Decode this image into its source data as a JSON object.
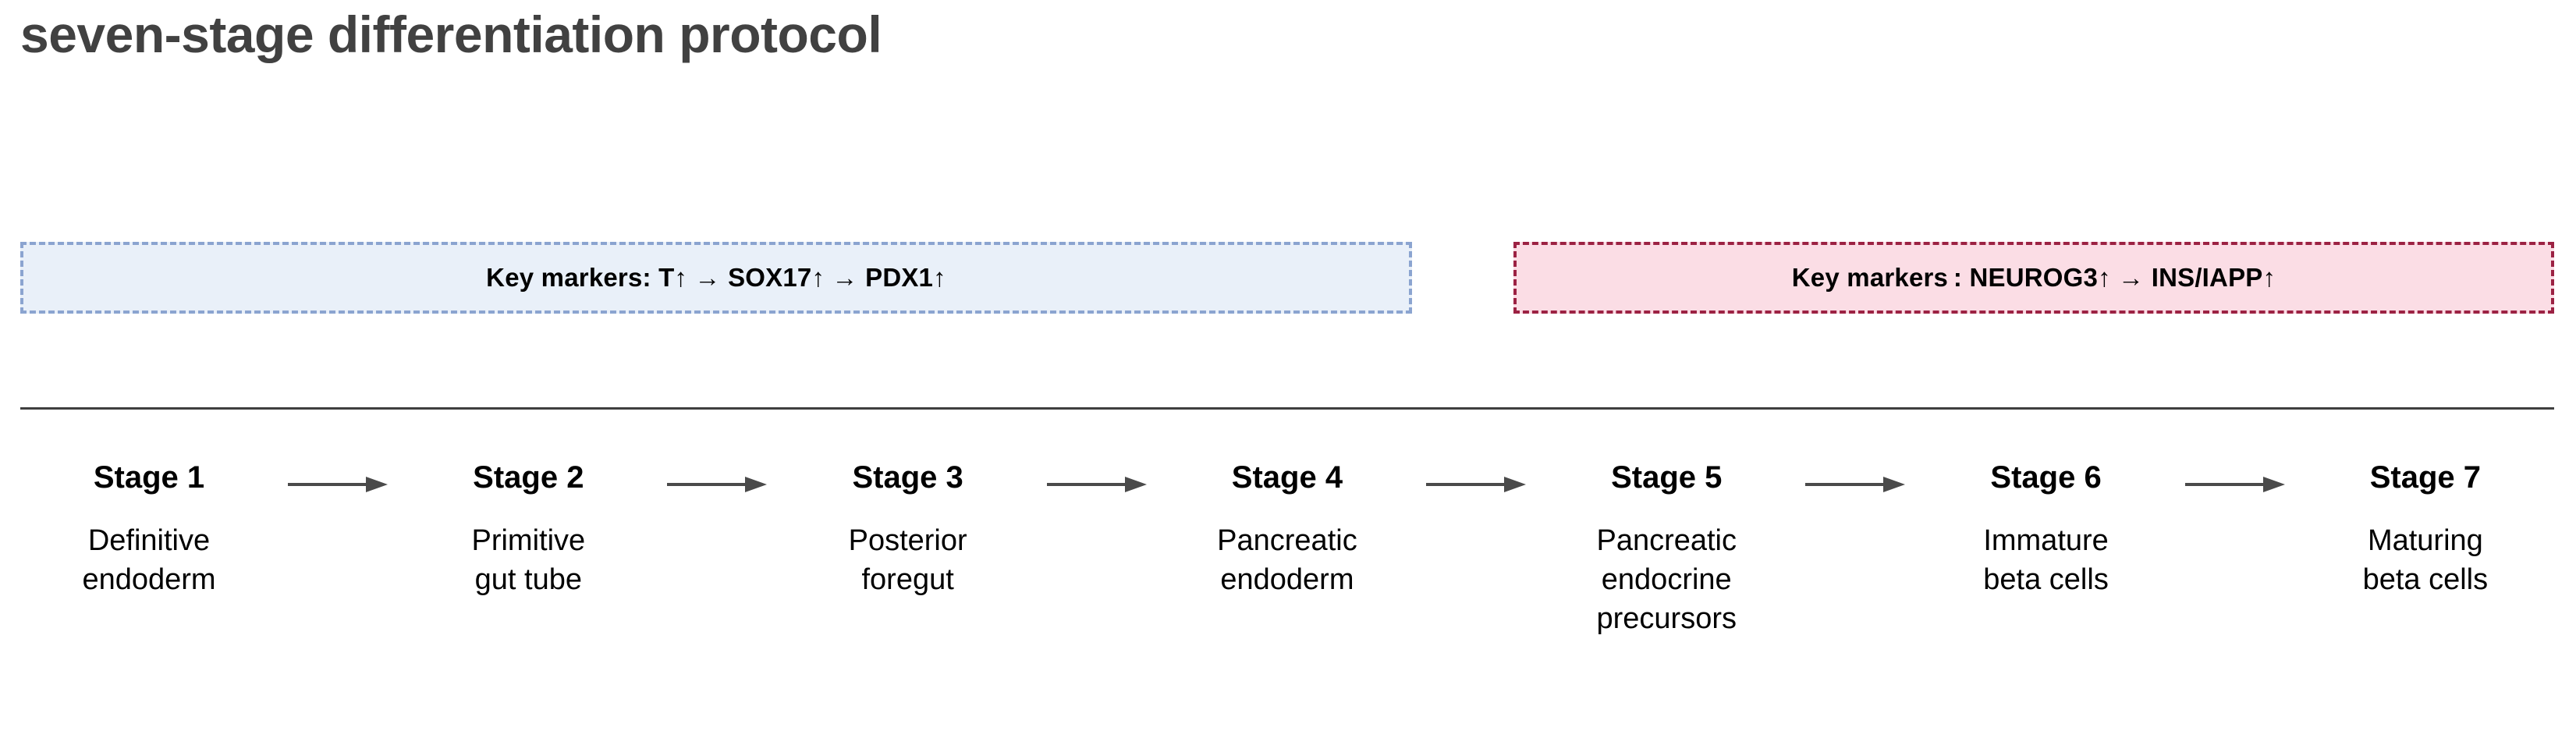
{
  "figure": {
    "title": "seven-stage differentiation protocol",
    "title_color": "#414141",
    "background_color": "#ffffff"
  },
  "marker_boxes": [
    {
      "id": "early",
      "text": "Key markers: T↑ → SOX17↑ → PDX1↑",
      "fill_color": "#e9f0f9",
      "border_color": "#8ba4d0",
      "border_style": "dashed"
    },
    {
      "id": "late",
      "text": "Key markers :  NEUROG3↑ → INS/IAPP↑",
      "fill_color": "#fbdde5",
      "border_color": "#9c2243",
      "border_style": "dashed"
    }
  ],
  "divider": {
    "color": "#3f3f3f"
  },
  "arrow": {
    "glyph": "→",
    "color": "#4a4a4a",
    "name": "stage-transition-arrow"
  },
  "stages": [
    {
      "label": "Stage 1",
      "description_lines": [
        "Definitive",
        "endoderm"
      ]
    },
    {
      "label": "Stage 2",
      "description_lines": [
        "Primitive",
        "gut tube"
      ]
    },
    {
      "label": "Stage 3",
      "description_lines": [
        "Posterior",
        "foregut"
      ]
    },
    {
      "label": "Stage 4",
      "description_lines": [
        "Pancreatic",
        "endoderm"
      ]
    },
    {
      "label": "Stage 5",
      "description_lines": [
        "Pancreatic",
        "endocrine",
        "precursors"
      ]
    },
    {
      "label": "Stage 6",
      "description_lines": [
        "Immature",
        "beta cells"
      ]
    },
    {
      "label": "Stage 7",
      "description_lines": [
        "Maturing",
        "beta cells"
      ]
    }
  ]
}
